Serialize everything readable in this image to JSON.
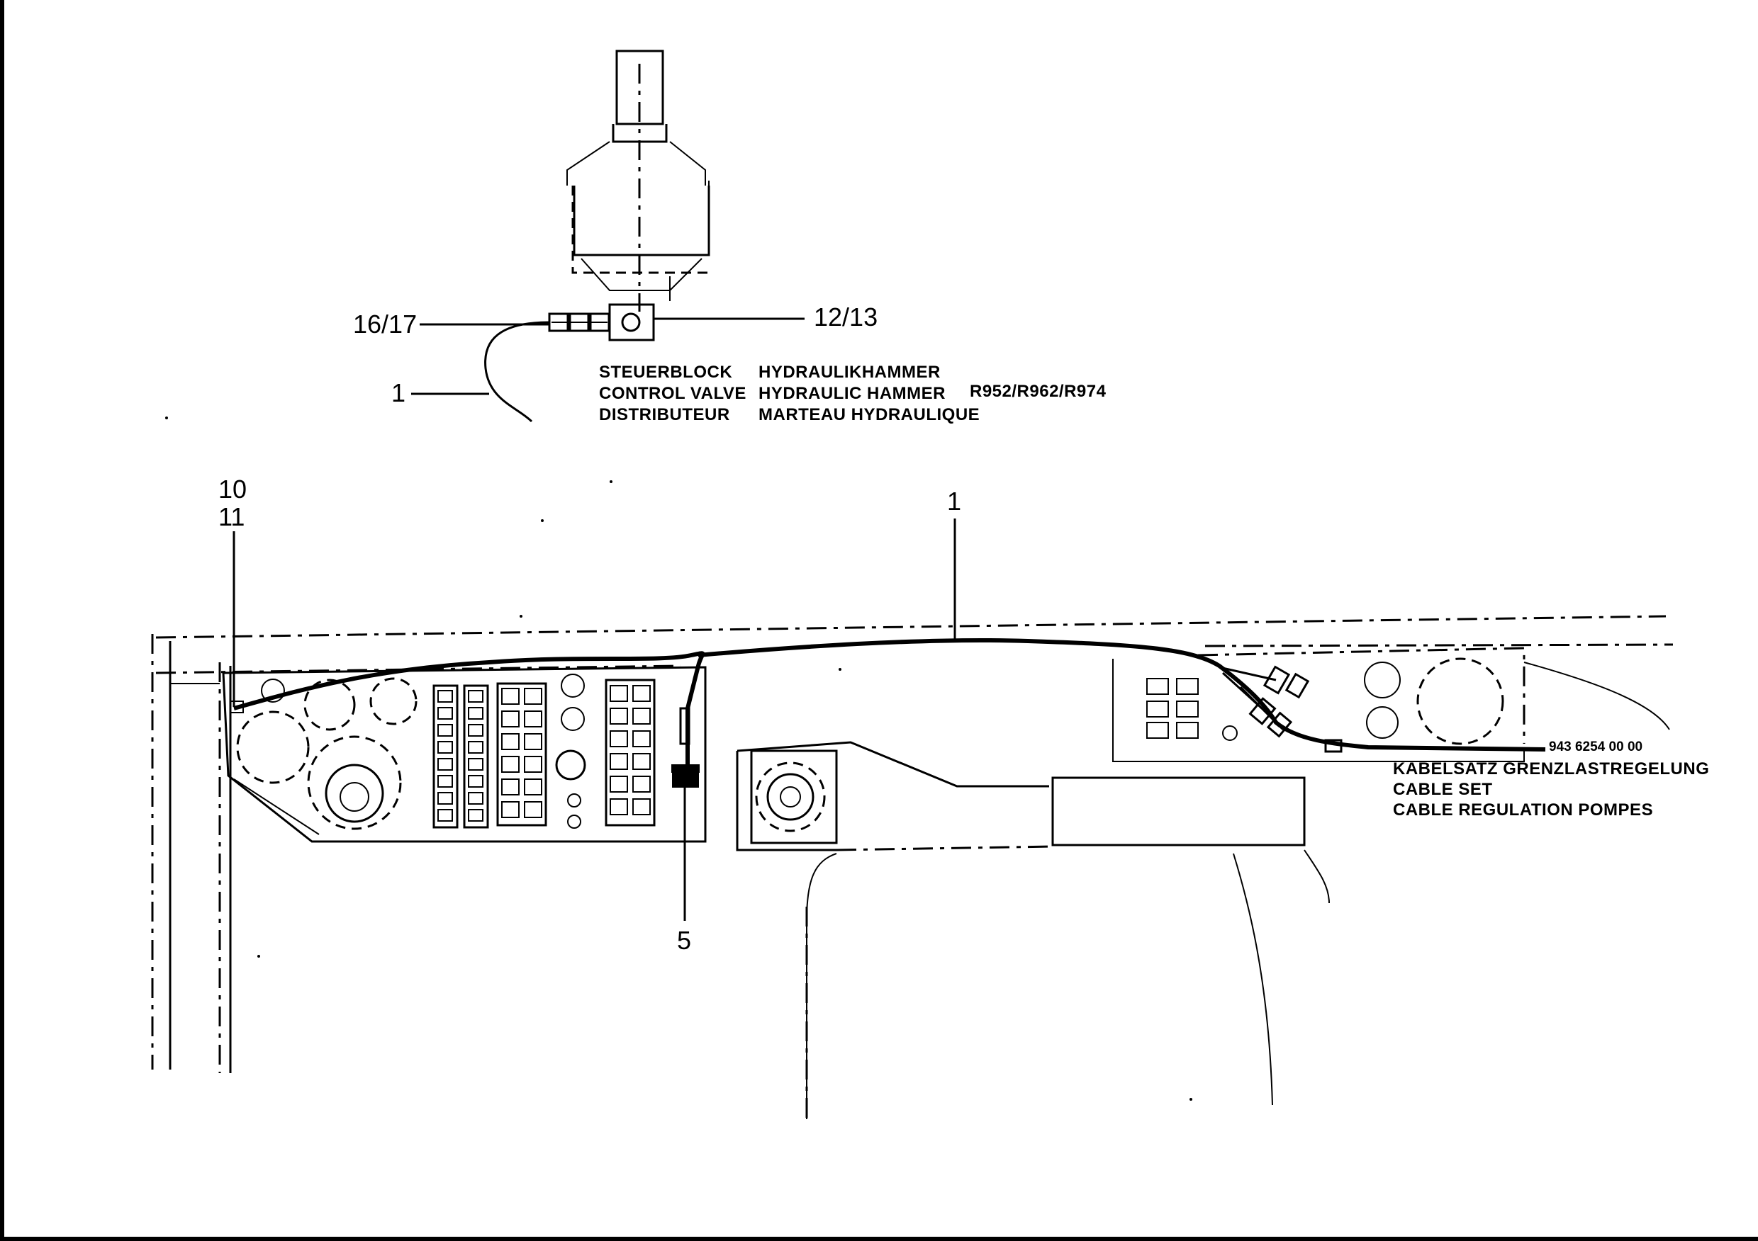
{
  "callouts": {
    "c_16_17": "16/17",
    "c_12_13": "12/13",
    "c_1_top": "1",
    "c_10": "10",
    "c_11": "11",
    "c_1_main": "1",
    "c_5": "5"
  },
  "control_valve_caption": {
    "col1": [
      "STEUERBLOCK",
      "CONTROL VALVE",
      "DISTRIBUTEUR"
    ],
    "col2": [
      "HYDRAULIKHAMMER",
      "HYDRAULIC HAMMER",
      "MARTEAU HYDRAULIQUE"
    ],
    "models": "R952/R962/R974"
  },
  "cable_set": {
    "part_number": "943 6254 00 00",
    "lines": [
      "KABELSATZ GRENZLASTREGELUNG",
      "CABLE SET",
      "CABLE REGULATION POMPES"
    ]
  }
}
